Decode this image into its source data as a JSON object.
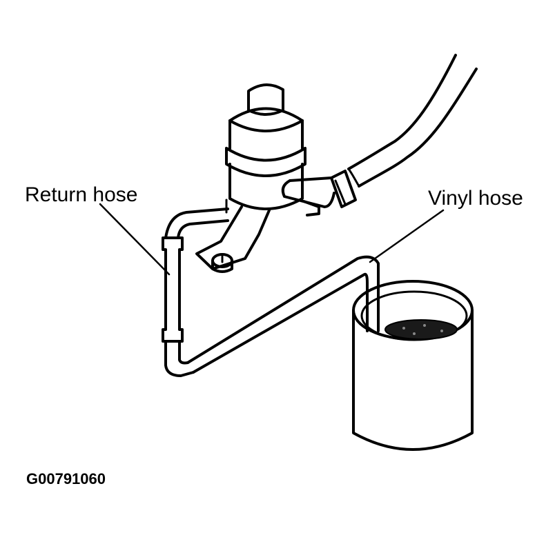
{
  "labels": {
    "return_hose": "Return hose",
    "vinyl_hose": "Vinyl hose",
    "figure_code": "G00791060"
  }
}
